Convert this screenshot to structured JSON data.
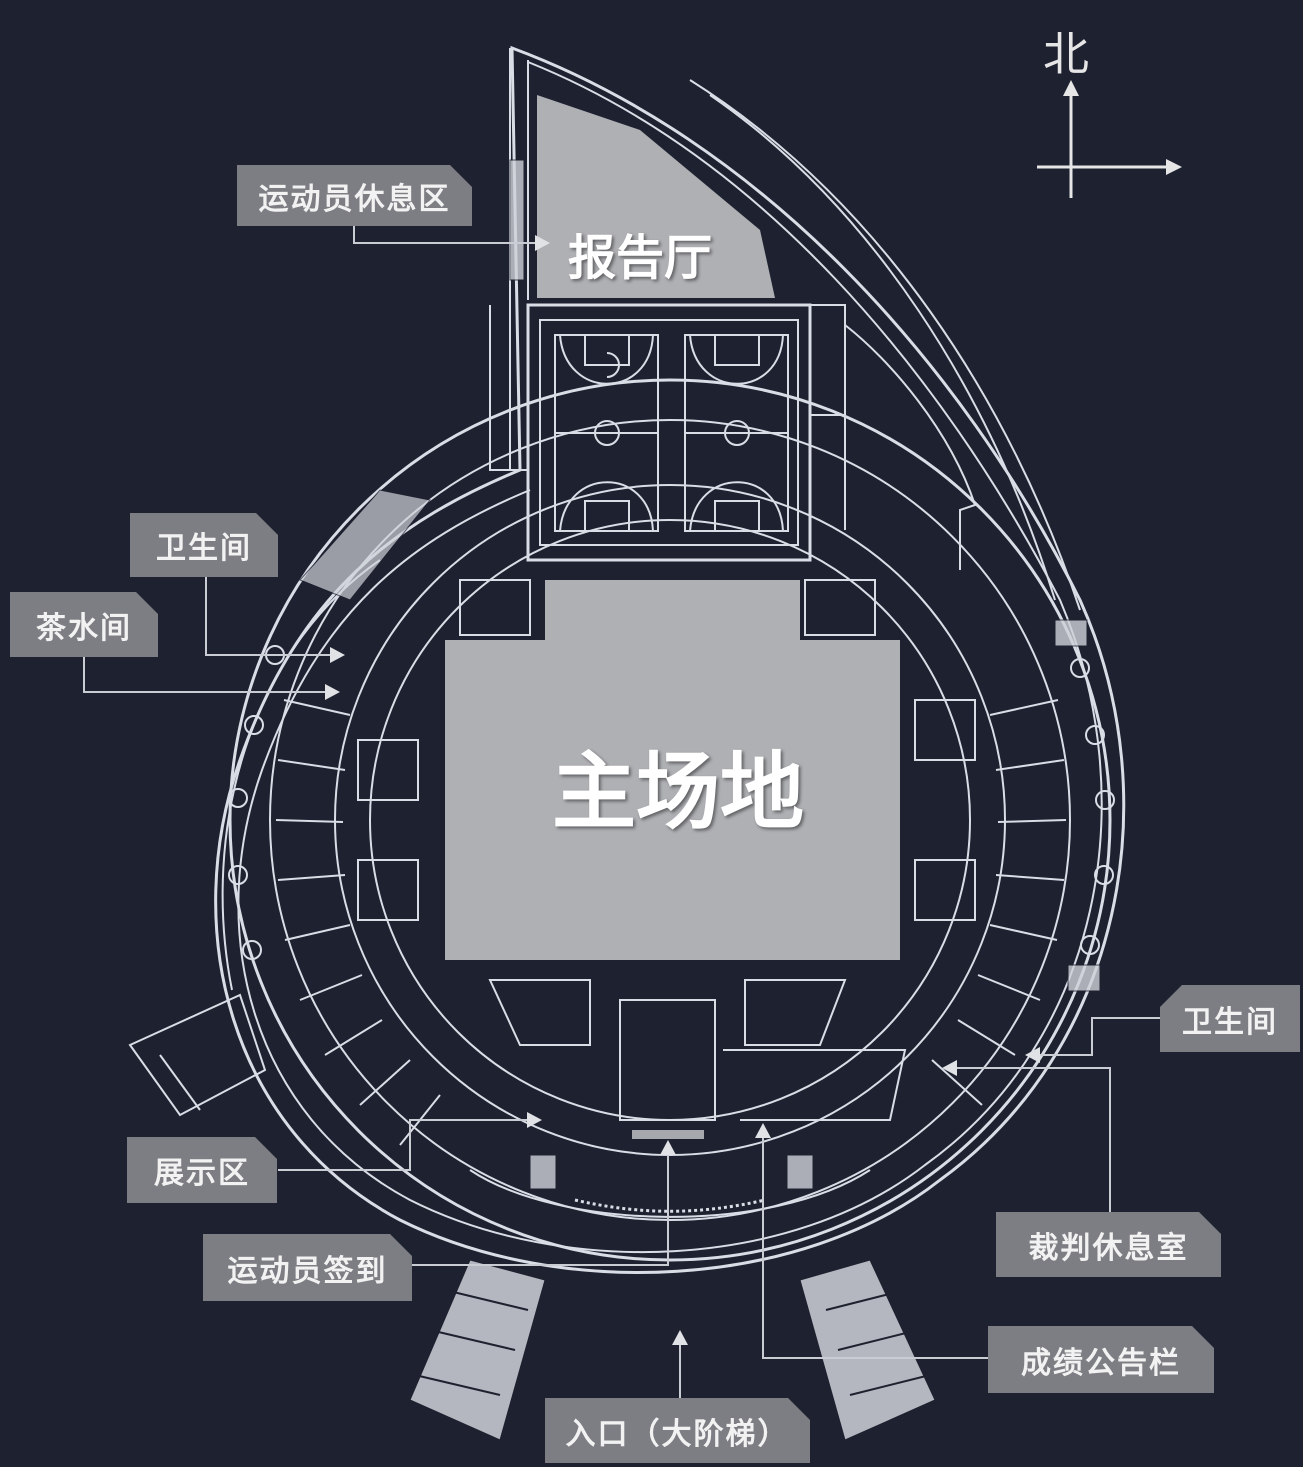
{
  "north_label": "北",
  "rooms": {
    "main_arena": "主场地",
    "lecture_hall": "报告厅"
  },
  "labels": {
    "athlete_lounge": "运动员休息区",
    "restroom_west": "卫生间",
    "tea_room": "茶水间",
    "exhibition": "展示区",
    "athlete_checkin": "运动员签到",
    "entrance": "入口（大阶梯）",
    "scoreboard": "成绩公告栏",
    "referee_lounge": "裁判休息室",
    "restroom_east": "卫生间"
  },
  "colors": {
    "background": "#1e2130",
    "lines": "#d9dde6",
    "room_fill": "#aeb0b4",
    "label_fill": "#7c7e83"
  }
}
